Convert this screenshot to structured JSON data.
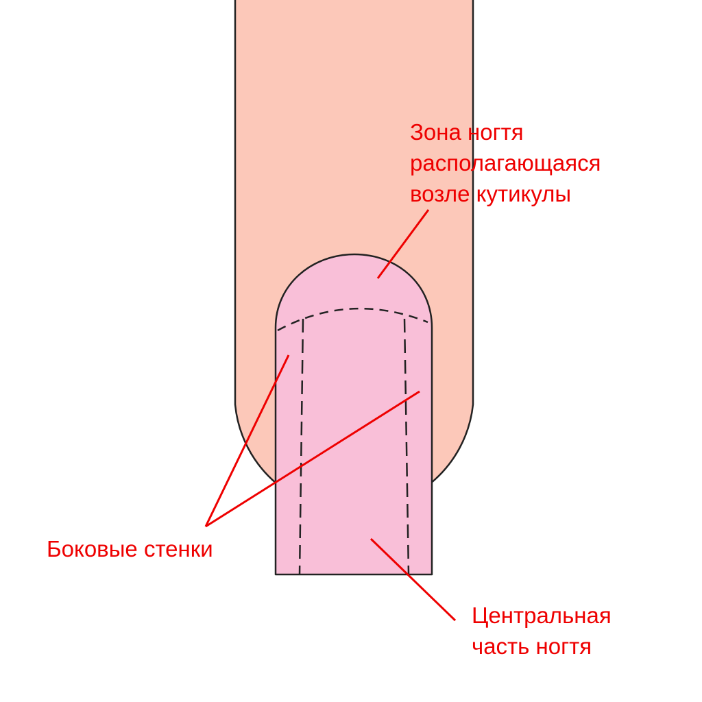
{
  "colors": {
    "finger_skin": "#fcc8b9",
    "nail": "#f9bfd8",
    "outline": "#222222",
    "annotation": "#ee0000",
    "background": "#ffffff"
  },
  "labels": {
    "cuticle_zone": [
      "Зона ногтя",
      "располагающаяся",
      "возле кутикулы"
    ],
    "side_walls": [
      "Боковые стенки"
    ],
    "central_part": [
      "Центральная",
      "часть ногтя"
    ]
  }
}
